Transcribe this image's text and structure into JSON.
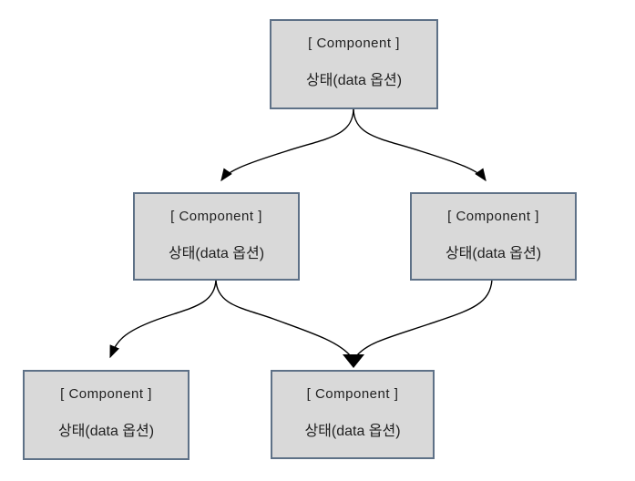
{
  "diagram": {
    "background_color": "#ffffff",
    "node_fill": "#d9d9d9",
    "node_border_color": "#5e7187",
    "connector_color": "#000000",
    "nodes": [
      {
        "id": "root",
        "line1": "[ Component ]",
        "line2": "상태(data 옵션)"
      },
      {
        "id": "child-left",
        "line1": "[ Component ]",
        "line2": "상태(data 옵션)"
      },
      {
        "id": "child-right",
        "line1": "[ Component ]",
        "line2": "상태(data 옵션)"
      },
      {
        "id": "grandchild-left",
        "line1": "[ Component ]",
        "line2": "상태(data 옵션)"
      },
      {
        "id": "grandchild-center",
        "line1": "[ Component ]",
        "line2": "상태(data 옵션)"
      }
    ],
    "edges": [
      {
        "from": "root",
        "to": "child-left"
      },
      {
        "from": "root",
        "to": "child-right"
      },
      {
        "from": "child-left",
        "to": "grandchild-left"
      },
      {
        "from": "child-left",
        "to": "grandchild-center"
      },
      {
        "from": "child-right",
        "to": "grandchild-center"
      }
    ]
  }
}
